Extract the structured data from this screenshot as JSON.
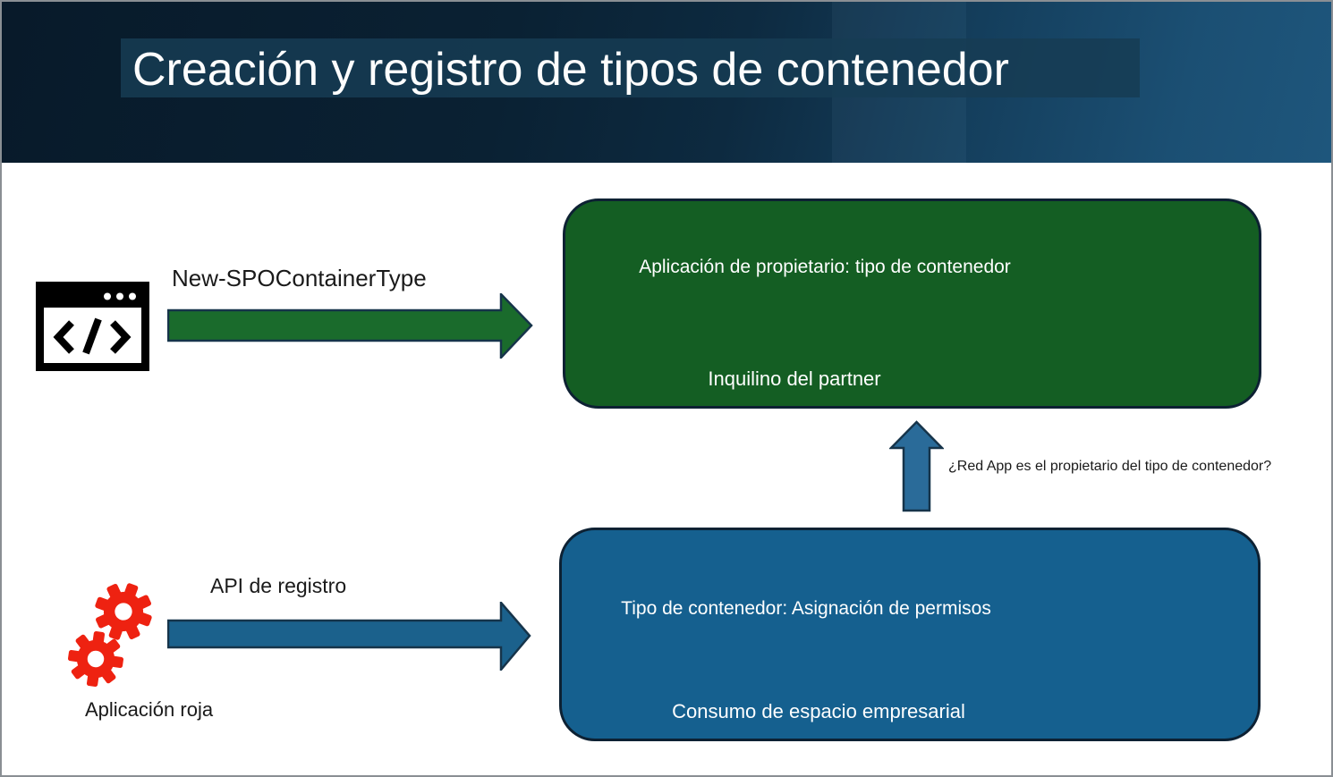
{
  "title": {
    "text": "Creación y registro de tipos de contenedor"
  },
  "colors": {
    "header_dark": "#081a2a",
    "header_light": "#1e567c",
    "title_highlight": "#163c53",
    "green_box": "#145e23",
    "blue_box": "#15608f",
    "green_arrow": "#1a6b2c",
    "blue_arrow": "#1b618c",
    "up_arrow": "#2a6b99",
    "arrow_outline": "#16344a",
    "gear_red": "#ee2211",
    "icon_black": "#000000",
    "text_on_box": "#ffffff",
    "body_text": "#1a1a1a"
  },
  "icons": {
    "flow1_icon": "code-window-icon",
    "flow2_icon": "gears-icon"
  },
  "flow1": {
    "arrow_label": "New-SPOContainerType",
    "box": {
      "line1": "Aplicación de propietario: tipo de contenedor",
      "line2": "Inquilino del partner"
    }
  },
  "connector": {
    "label": "¿Red App es el propietario del tipo de contenedor?"
  },
  "flow2": {
    "icon_label": "Aplicación roja",
    "arrow_label": "API de registro",
    "box": {
      "line1": "Tipo de contenedor: Asignación de permisos",
      "line2": "Consumo de espacio empresarial"
    }
  }
}
